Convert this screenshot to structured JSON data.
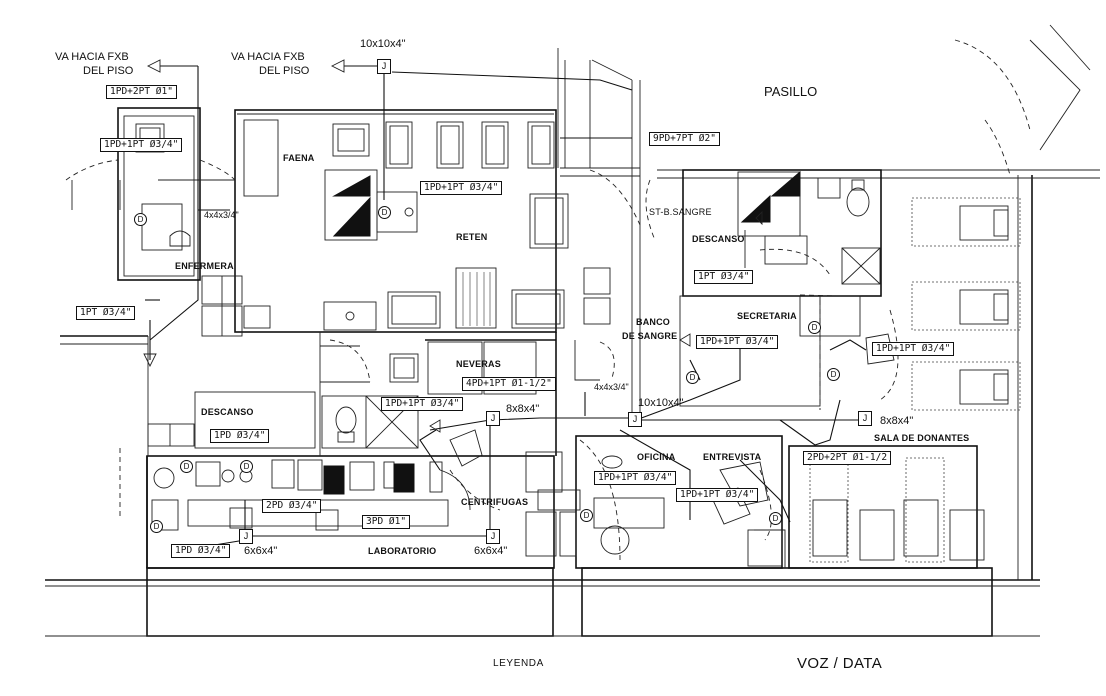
{
  "annotations": {
    "fxb_left_line1": "VA HACIA FXB",
    "fxb_left_line2": "DEL PISO",
    "fxb_right_line1": "VA HACIA FXB",
    "fxb_right_line2": "DEL PISO",
    "top_box_size": "10x10x4\"",
    "box_4x4_left": "4x4x3/4\"",
    "box_4x4_mid": "4x4x3/4\"",
    "box_10x10_mid": "10x10x4\"",
    "box_8x8_center": "8x8x4\"",
    "box_8x8_right": "8x8x4\"",
    "box_6x6_left": "6x6x4\"",
    "box_6x6_right": "6x6x4\"",
    "legend": "LEYENDA",
    "title": "VOZ / DATA"
  },
  "rooms": {
    "pasillo": "PASILLO",
    "faena": "FAENA",
    "reten": "RETEN",
    "enfermera": "ENFERMERA",
    "st_bsangre": "ST-B.SANGRE",
    "descanso_right": "DESCANSO",
    "banco_de_sangre_1": "BANCO",
    "banco_de_sangre_2": "DE SANGRE",
    "secretaria": "SECRETARIA",
    "neveras": "NEVERAS",
    "descanso_left": "DESCANSO",
    "sala_de_donantes": "SALA DE DONANTES",
    "oficina": "OFICINA",
    "entrevista": "ENTREVISTA",
    "centrifugas": "CENTRIFUGAS",
    "laboratorio": "LABORATORIO"
  },
  "cable_specs": {
    "s01": "1PD+2PT  Ø1\"",
    "s02": "1PD+1PT  Ø3/4\"",
    "s03": "1PD+1PT  Ø3/4\"",
    "s04": "9PD+7PT  Ø2\"",
    "s05": "1PT  Ø3/4\"",
    "s06": "1PT  Ø3/4\"",
    "s07": "1PD+1PT  Ø3/4\"",
    "s08": "1PD+1PT  Ø3/4\"",
    "s09": "4PD+1PT  Ø1-1/2\"",
    "s10": "1PD+1PT  Ø3/4\"",
    "s11": "1PD  Ø3/4\"",
    "s12": "2PD+2PT  Ø1-1/2",
    "s13": "1PD+1PT  Ø3/4\"",
    "s14": "1PD+1PT  Ø3/4\"",
    "s15": "2PD  Ø3/4\"",
    "s16": "3PD  Ø1\"",
    "s17": "1PD  Ø3/4\""
  },
  "symbols": {
    "junction_box": "J",
    "data_outlet": "D"
  }
}
